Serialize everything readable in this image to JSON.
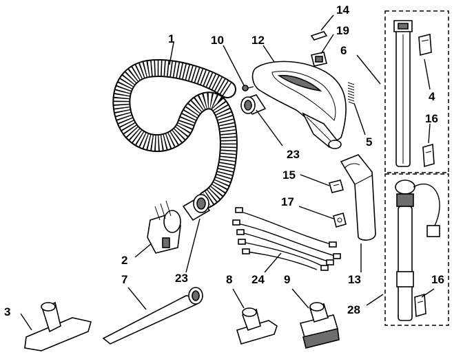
{
  "labels": {
    "l1": "1",
    "l2": "2",
    "l3": "3",
    "l4": "4",
    "l5": "5",
    "l6": "6",
    "l7": "7",
    "l8": "8",
    "l9": "9",
    "l10": "10",
    "l12": "12",
    "l13": "13",
    "l14": "14",
    "l15": "15",
    "l16a": "16",
    "l16b": "16",
    "l17": "17",
    "l19": "19",
    "l23a": "23",
    "l23b": "23",
    "l24": "24",
    "l28": "28"
  },
  "colors": {
    "line": "#000000",
    "shade": "#6d6d6d",
    "background": "#ffffff"
  }
}
